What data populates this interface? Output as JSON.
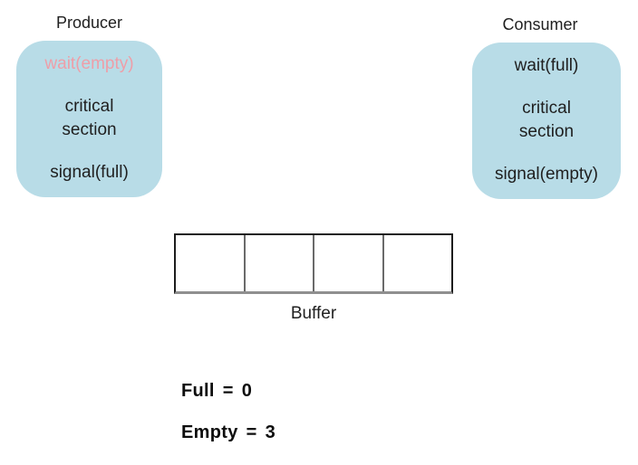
{
  "producer": {
    "title": "Producer",
    "wait": "wait(empty)",
    "critical": "critical section",
    "signal": "signal(full)"
  },
  "consumer": {
    "title": "Consumer",
    "wait": "wait(full)",
    "critical": "critical section",
    "signal": "signal(empty)"
  },
  "buffer": {
    "label": "Buffer",
    "cells": [
      "",
      "",
      "",
      ""
    ]
  },
  "semaphores": {
    "equals": "=",
    "full": {
      "name": "Full",
      "value": "0"
    },
    "empty": {
      "name": "Empty",
      "value": "3"
    }
  },
  "colors": {
    "box_fill": "#b8dce7",
    "wait_highlight": "#ee9ea8",
    "text": "#1f1f1f",
    "buffer_border": "#1d1d1d",
    "buffer_divider": "#6a6a6a",
    "buffer_bottom": "#8f8f8f"
  }
}
